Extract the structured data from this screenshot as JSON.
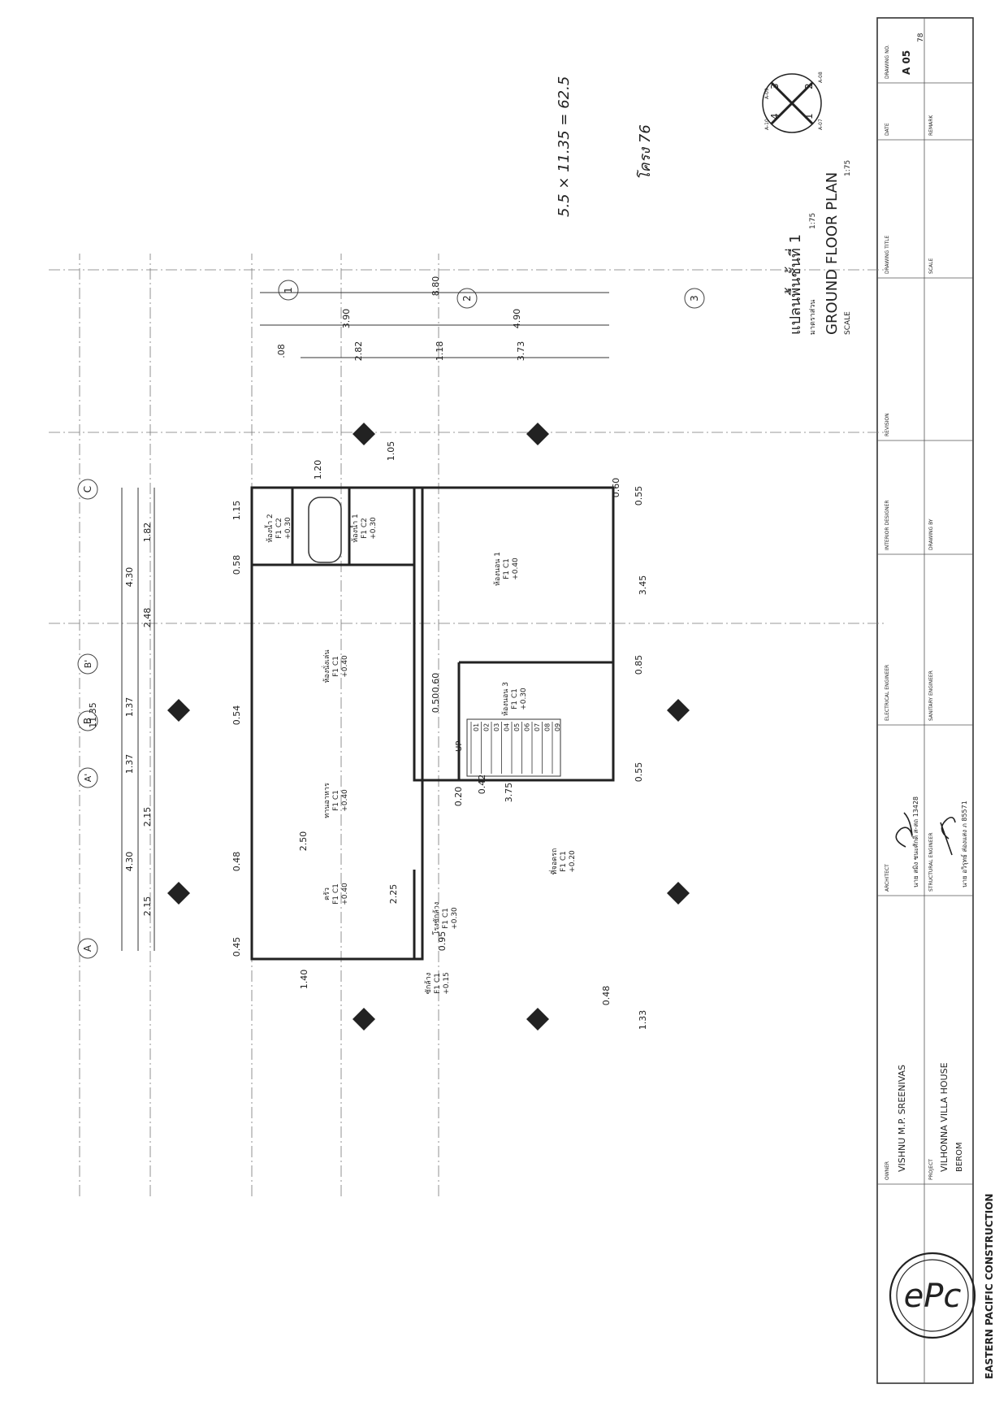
{
  "handwritten": {
    "note1": "5.5 × 11.35 = 62.5",
    "note2": "โครง 76"
  },
  "plan": {
    "title_th": "แปลนพื้นชั้นที่ 1",
    "scale_th": "มาตราส่วน",
    "scale_th_value": "1:75",
    "title_en": "GROUND FLOOR PLAN",
    "scale_en": "SCALE",
    "scale_en_value": "1:75"
  },
  "grid": {
    "letters": [
      "A",
      "A'",
      "B",
      "B'",
      "C"
    ],
    "numbers": [
      "1",
      "2",
      "3"
    ]
  },
  "dims": {
    "top_total": "11.35",
    "top_2_15": "2.15",
    "top_4_30": "4.30",
    "top_2_15b": "2.15",
    "top_1_37": "1.37",
    "top_1_37b": "1.37",
    "top_2_48": "2.48",
    "top_4_30b": "4.30",
    "top_1_82": "1.82",
    "side_8_80": "8.80",
    "side_3_90": "3.90",
    "side_4_90": "4.90",
    "side_08": ".08",
    "side_2_82": "2.82",
    "side_1_18": "1.18",
    "side_3_73": "3.73",
    "d_1_20": "1.20",
    "d_1_05": "1.05",
    "d_1_15": "1.15",
    "d_0_58": "0.58",
    "d_0_54": "0.54",
    "d_0_48": "0.48",
    "d_0_45": "0.45",
    "d_2_50": "2.50",
    "d_2_25": "2.25",
    "d_0_95": "0.95",
    "d_1_40": "1.40",
    "d_0_48b": "0.48",
    "d_1_33": "1.33",
    "d_0_60": "0.60",
    "d_0_55": "0.55",
    "d_3_45": "3.45",
    "d_0_85": "0.85",
    "d_0_55b": "0.55",
    "d_3_75": "3.75",
    "d_0_42": "0.42",
    "d_0_20": "0.20",
    "d_0_50": "0.50",
    "d_0_60b": "0.60"
  },
  "rooms": [
    {
      "name": "ห้องน้ำ 2",
      "code": "F1 C2",
      "level": "+0.30"
    },
    {
      "name": "ห้องน้ำ 1",
      "code": "F1 C2",
      "level": "+0.30"
    },
    {
      "name": "ห้องนอน 1",
      "code": "F1 C1",
      "level": "+0.40"
    },
    {
      "name": "ห้องนั่งเล่น",
      "code": "F1 C1",
      "level": "+0.40"
    },
    {
      "name": "ห้องนอน 3",
      "code": "F1 C1",
      "level": "+0.30"
    },
    {
      "name": "ทานอาหาร",
      "code": "F1 C1",
      "level": "+0.40"
    },
    {
      "name": "ครัว",
      "code": "F1 C1",
      "level": "+0.40"
    },
    {
      "name": "โรงซักล้าง",
      "code": "F1 C1",
      "level": "+0.30"
    },
    {
      "name": "ที่จอดรถ",
      "code": "F1 C1",
      "level": "+0.20"
    },
    {
      "name": "ซักล้าง",
      "code": "F1 C1",
      "level": "+0.15"
    }
  ],
  "stair": {
    "label": "UP",
    "steps": [
      "01",
      "02",
      "03",
      "04",
      "05",
      "06",
      "07",
      "08",
      "09"
    ]
  },
  "sections": {
    "key": [
      "3",
      "2",
      "4",
      "1"
    ],
    "refs": [
      "A-09",
      "A-08",
      "A-10",
      "A-07"
    ]
  },
  "titleblock": {
    "company": "EASTERN PACIFIC CONSTRUCTION",
    "logo_text": "ePc",
    "owner_label": "OWNER",
    "owner_value": "VISHNU M.P. SREENIVAS",
    "project_label": "PROJECT",
    "project_value": "VILHONNA VILLA HOUSE",
    "project_sub": "BEROM",
    "architect_label": "ARCHITECT",
    "architect_value": "นาย สมิง ชนะศักดิ์ ส-สถ 13428",
    "structural_label": "STRUCTURAL ENGINEER",
    "structural_value": "นาย อวิรุทธ์ ส่องแสง ภ 85571",
    "electrical_label": "ELECTRICAL ENGINEER",
    "sanitary_label": "SANITARY ENGINEER",
    "interior_label": "INTERIOR DESIGNER",
    "drawing_by_label": "DRAWING BY",
    "revision_label": "REVISION",
    "drawing_title_label": "DRAWING TITLE",
    "scale_label": "SCALE",
    "date_label": "DATE",
    "remark_label": "REMARK",
    "drawing_no_label": "DRAWING NO.",
    "sheet_no": "A 05",
    "sheet_total": "78"
  }
}
